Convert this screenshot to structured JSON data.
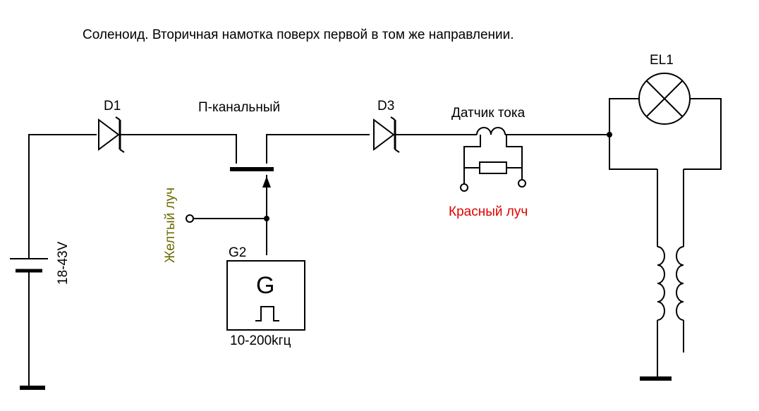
{
  "title": "Соленоид. Вторичная намотка поверх первой в том же направлении.",
  "labels": {
    "d1": "D1",
    "mosfet": "П-канальный",
    "d3": "D3",
    "sensor": "Датчик тока",
    "lamp": "EL1",
    "generator": "G2",
    "gen_symbol": "G",
    "gen_freq": "10-200kгц",
    "battery": "18-43V",
    "yellow_probe": "Желтый луч",
    "red_probe": "Красный луч"
  },
  "colors": {
    "wire": "#000000",
    "red_probe": "#e00000",
    "yellow_probe": "#6b6b00"
  }
}
